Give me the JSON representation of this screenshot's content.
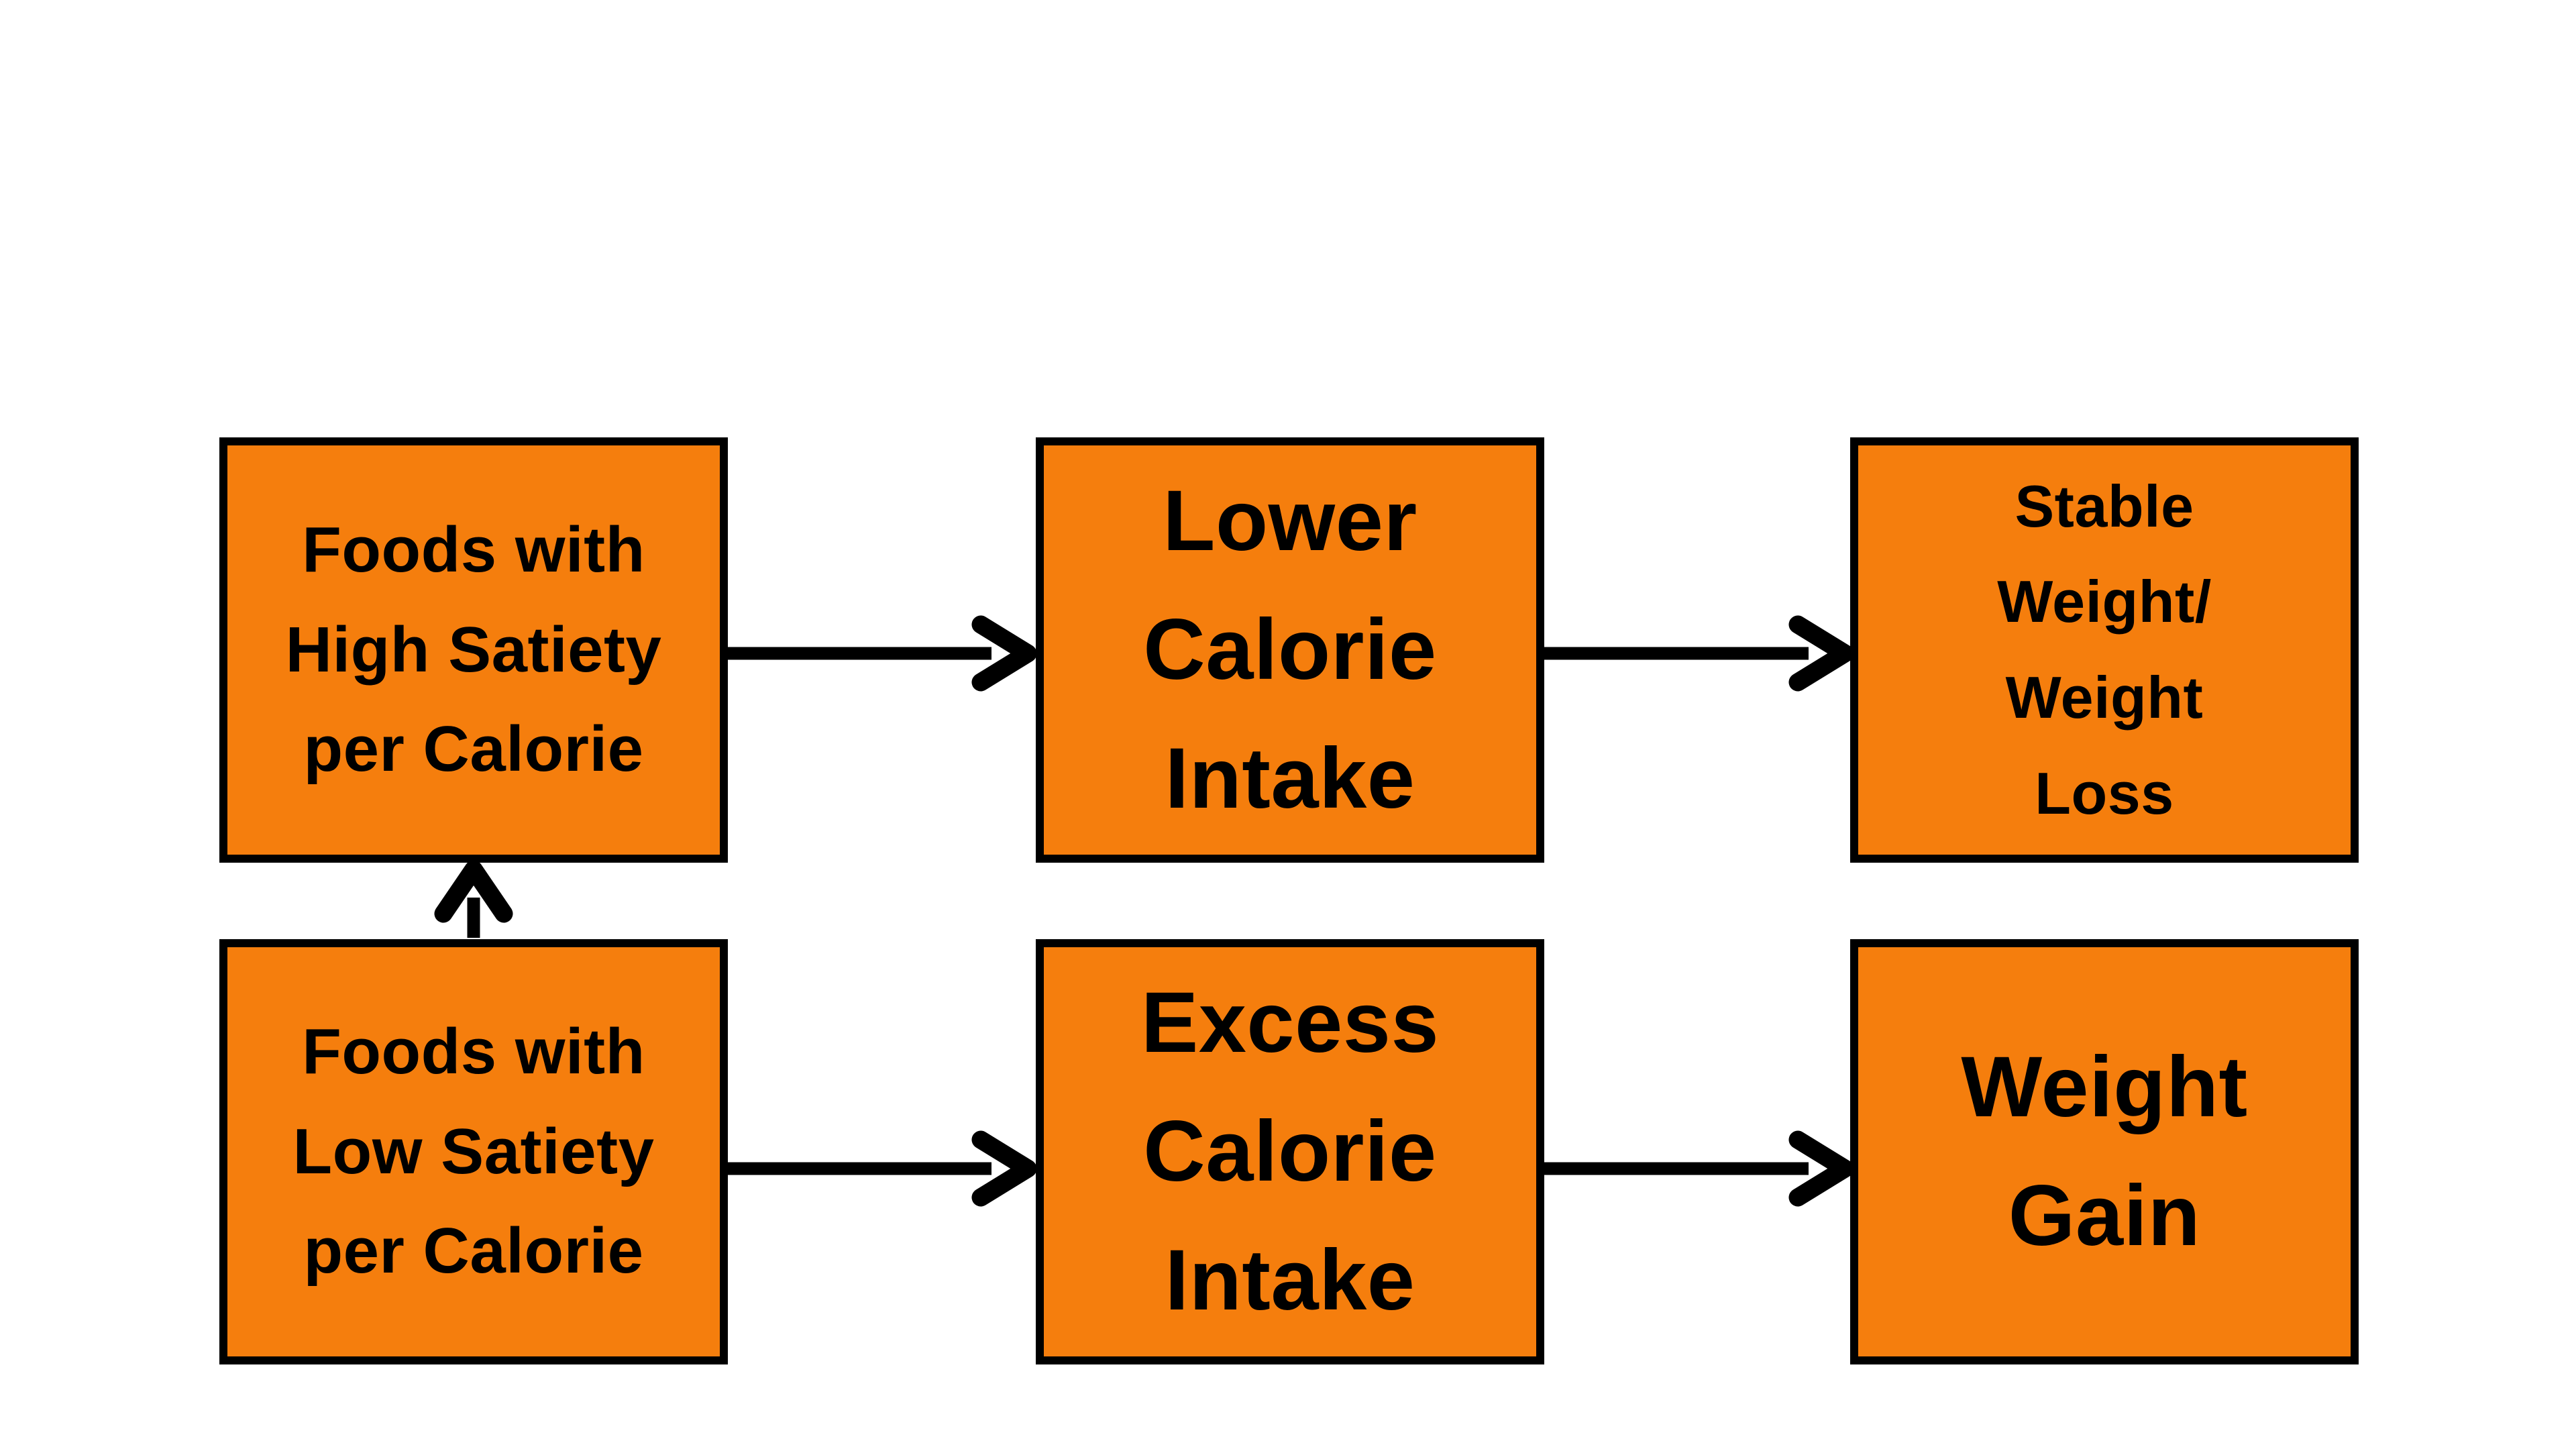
{
  "diagram": {
    "type": "flowchart",
    "colors": {
      "background": "#ffffff",
      "box_fill": "#F57E0D",
      "box_border": "#000000",
      "arrow": "#000000",
      "text": "#000000"
    },
    "nodes": {
      "high_satiety": {
        "text": "Foods with\nHigh Satiety\nper Calorie"
      },
      "lower_calorie": {
        "text": "Lower\nCalorie\nIntake"
      },
      "stable_weight": {
        "text": "Stable\nWeight/\nWeight\nLoss"
      },
      "low_satiety": {
        "text": "Foods with\nLow Satiety\nper Calorie"
      },
      "excess_calorie": {
        "text": "Excess\nCalorie\nIntake"
      },
      "weight_gain": {
        "text": "Weight\nGain"
      }
    },
    "edges": [
      {
        "from": "high_satiety",
        "to": "lower_calorie",
        "direction": "right"
      },
      {
        "from": "lower_calorie",
        "to": "stable_weight",
        "direction": "right"
      },
      {
        "from": "low_satiety",
        "to": "high_satiety",
        "direction": "up"
      },
      {
        "from": "low_satiety",
        "to": "excess_calorie",
        "direction": "right"
      },
      {
        "from": "excess_calorie",
        "to": "weight_gain",
        "direction": "right"
      }
    ]
  }
}
